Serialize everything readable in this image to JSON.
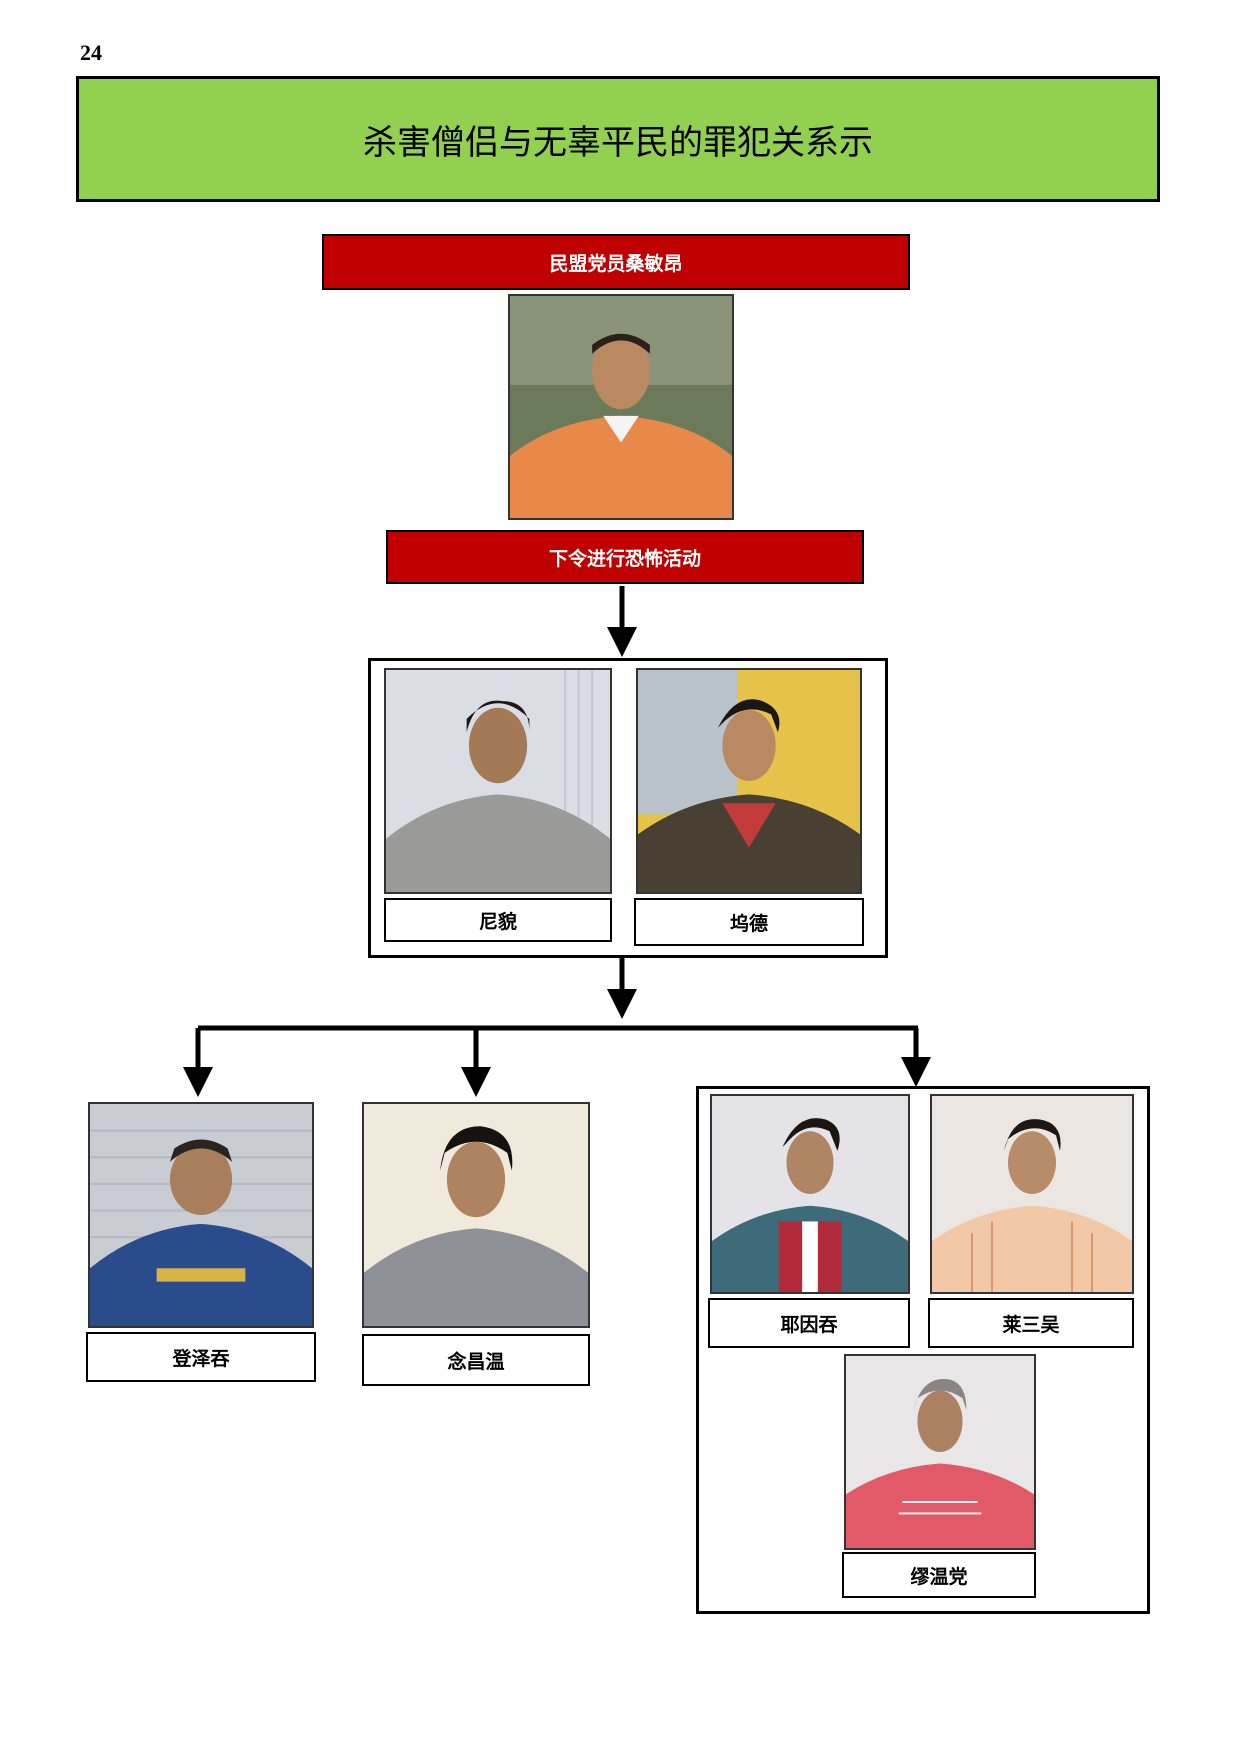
{
  "page_number": "24",
  "title": "杀害僧侣与无辜平民的罪犯关系示",
  "leader": {
    "label": "民盟党员桑敏昂",
    "order_label": "下令进行恐怖活动"
  },
  "middle_group": {
    "members": [
      {
        "name": "尼貌"
      },
      {
        "name": "坞德"
      }
    ]
  },
  "bottom_row": {
    "left": {
      "name": "登泽吞"
    },
    "middle": {
      "name": "念昌温"
    },
    "group": [
      {
        "name": "耶因吞"
      },
      {
        "name": "莱三吴"
      },
      {
        "name": "缪温党"
      }
    ]
  },
  "colors": {
    "title_bg": "#92d050",
    "red_bar": "#c00000"
  }
}
